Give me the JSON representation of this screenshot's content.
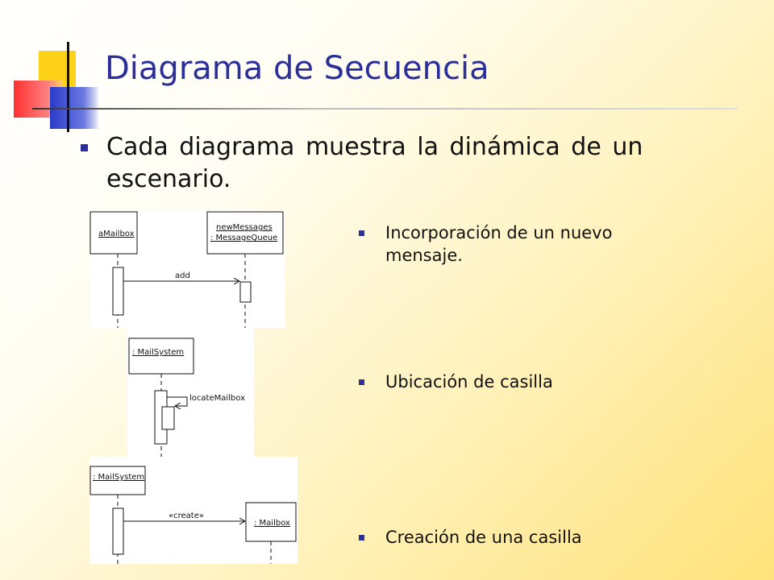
{
  "slide": {
    "title": "Diagrama de Secuencia",
    "main_bullet": "Cada diagrama muestra la dinámica de un escenario.",
    "sub_bullets": [
      "Incorporación de un nuevo mensaje.",
      "Ubicación de casilla",
      "Creación de una casilla"
    ]
  },
  "diagrams": {
    "d1": {
      "object_left": "aMailbox",
      "object_right_1": "newMessages",
      "object_right_2": ": MessageQueue",
      "message": "add"
    },
    "d2": {
      "object": ": MailSystem",
      "message": "locateMailbox"
    },
    "d3": {
      "object_left": ": MailSystem",
      "object_right": ": Mailbox",
      "message": "«create»"
    }
  },
  "colors": {
    "title": "#2b2f9a",
    "bullet": "#2b2f9a",
    "deco_yellow": "#ffd21a",
    "deco_red": "#ff4040",
    "deco_blue": "#3344cc"
  }
}
